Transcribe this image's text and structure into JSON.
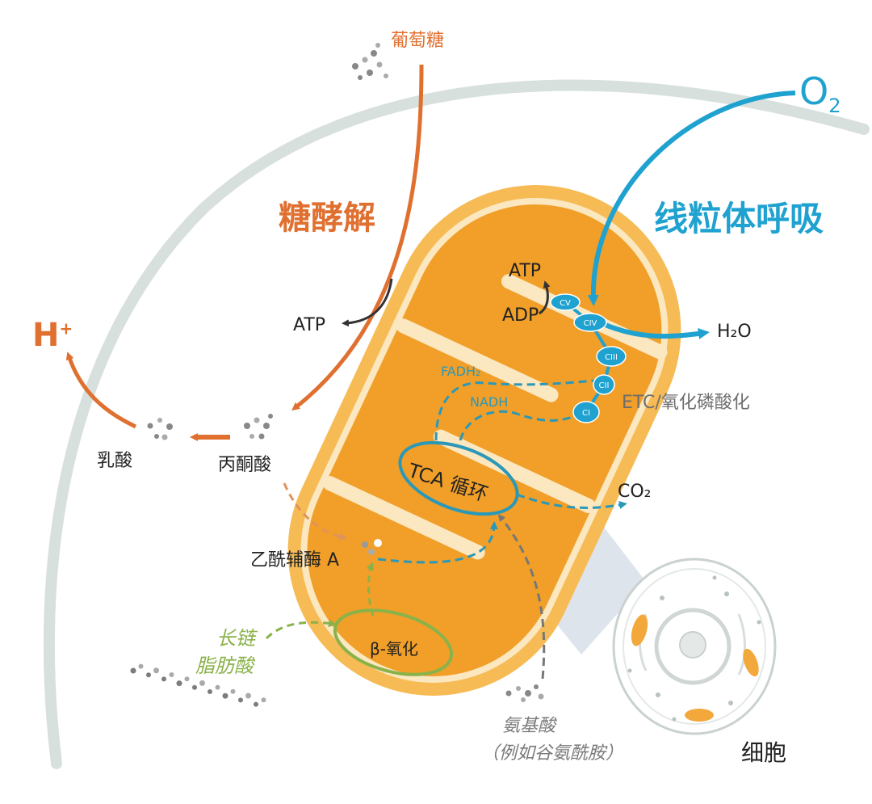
{
  "labels": {
    "glucose": "葡萄糖",
    "glycolysis": "糖酵解",
    "atp_glycolysis": "ATP",
    "proton": "H",
    "proton_sup": "+",
    "lactate": "乳酸",
    "pyruvate": "丙酮酸",
    "acetyl_coa": "乙酰辅酶 A",
    "long_chain_line1": "长链",
    "long_chain_line2": "脂肪酸",
    "beta_oxidation": "β-氧化",
    "tca_cycle": "TCA 循环",
    "fadh2": "FADH₂",
    "nadh": "NADH",
    "co2": "CO₂",
    "amino_acids": "氨基酸",
    "amino_acids_example": "（例如谷氨酰胺）",
    "oxygen": "O",
    "oxygen_sub": "2",
    "mito_respiration": "线粒体呼吸",
    "atp_mito": "ATP",
    "adp": "ADP",
    "water": "H₂O",
    "etc_oxphos": "ETC/氧化磷酸化",
    "cell": "细胞"
  },
  "complexes": [
    "CV",
    "CIV",
    "CIII",
    "CII",
    "CI"
  ],
  "colors": {
    "glycolysis_orange": "#e07030",
    "oxygen_blue": "#1fa2cf",
    "tca_teal": "#2a98b8",
    "beta_green": "#8ab24a",
    "mito_outer": "#f6bb55",
    "mito_inner": "#f19f28",
    "cell_membrane": "#d8e0dd",
    "amino_grey": "#6e6e6e"
  }
}
